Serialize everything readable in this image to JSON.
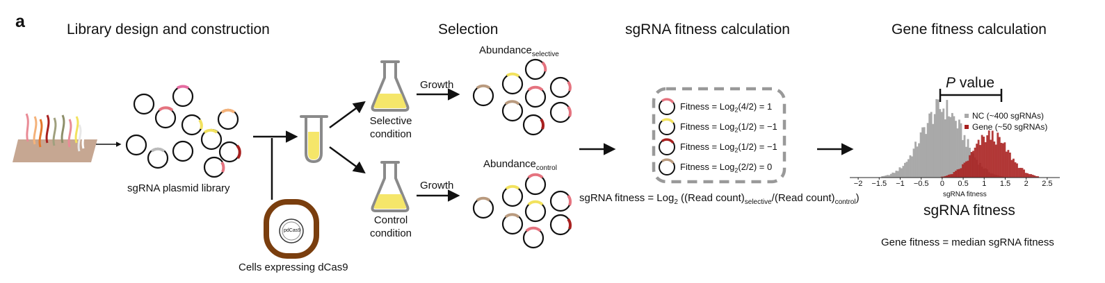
{
  "panel_letter": "a",
  "sections": {
    "library": {
      "title": "Library design and construction",
      "plasmid_label": "sgRNA plasmid library",
      "cells_label": "Cells expressing dCas9",
      "dcas9_label": "pdCas9"
    },
    "selection": {
      "title": "Selection",
      "growth_label": "Growth",
      "selective_label": [
        "Selective",
        "condition"
      ],
      "control_label": [
        "Control",
        "condition"
      ],
      "abundance_word": "Abundance",
      "abundance_selective_sub": "selective",
      "abundance_control_sub": "control"
    },
    "sgrna_fitness": {
      "title": "sgRNA fitness calculation",
      "examples": [
        {
          "prefix": "Fitness = Log",
          "sub": "2",
          "suffix": "(4/2) = 1",
          "color": "#e5737f"
        },
        {
          "prefix": "Fitness = Log",
          "sub": "2",
          "suffix": "(1/2) = −1",
          "color": "#f2e25e"
        },
        {
          "prefix": "Fitness = Log",
          "sub": "2",
          "suffix": "(1/2) = −1",
          "color": "#a8201f"
        },
        {
          "prefix": "Fitness = Log",
          "sub": "2",
          "suffix": "(2/2) = 0",
          "color": "#b99a7e"
        }
      ],
      "formula": {
        "p1": "sgRNA fitness = Log",
        "p1_sub": "2",
        "p2": " ((Read count)",
        "p2_sub": "selective",
        "p3": "/(Read count)",
        "p3_sub": "control",
        "p4": ")"
      }
    },
    "gene_fitness": {
      "title": "Gene fitness calculation",
      "pvalue_italic": "P",
      "pvalue_text": " value",
      "big_xlabel": "sgRNA fitness",
      "gene_fitness_text": "Gene fitness = median sgRNA fitness"
    }
  },
  "colors": {
    "nc_gray": "#a9a9a9",
    "gene_red": "#a8201f",
    "flask_fill": "#f5e66a",
    "flask_outline": "#8a8a8a",
    "dcas9_brown": "#7a3e0e",
    "library_base": "#c6a792",
    "dashed_box": "#999999"
  },
  "chart_data": {
    "type": "histogram",
    "xlabel": "sgRNA fitness",
    "xlim": [
      -2.2,
      2.8
    ],
    "x_ticks": [
      "−2",
      "−1.5",
      "−1",
      "−0.5",
      "0",
      "0.5",
      "1",
      "1.5",
      "2",
      "2.5"
    ],
    "x_tick_values": [
      -2,
      -1.5,
      -1,
      -0.5,
      0,
      0.5,
      1,
      1.5,
      2,
      2.5
    ],
    "legend_placement": "top-right",
    "series": [
      {
        "name": "NC (~400 sgRNAs)",
        "color": "#a9a9a9",
        "mean": 0.0,
        "sd": 0.5,
        "relative_peak": 1.0
      },
      {
        "name": "Gene (~50 sgRNAs)",
        "color": "#a8201f",
        "mean": 1.15,
        "sd": 0.42,
        "relative_peak": 0.6
      }
    ]
  }
}
